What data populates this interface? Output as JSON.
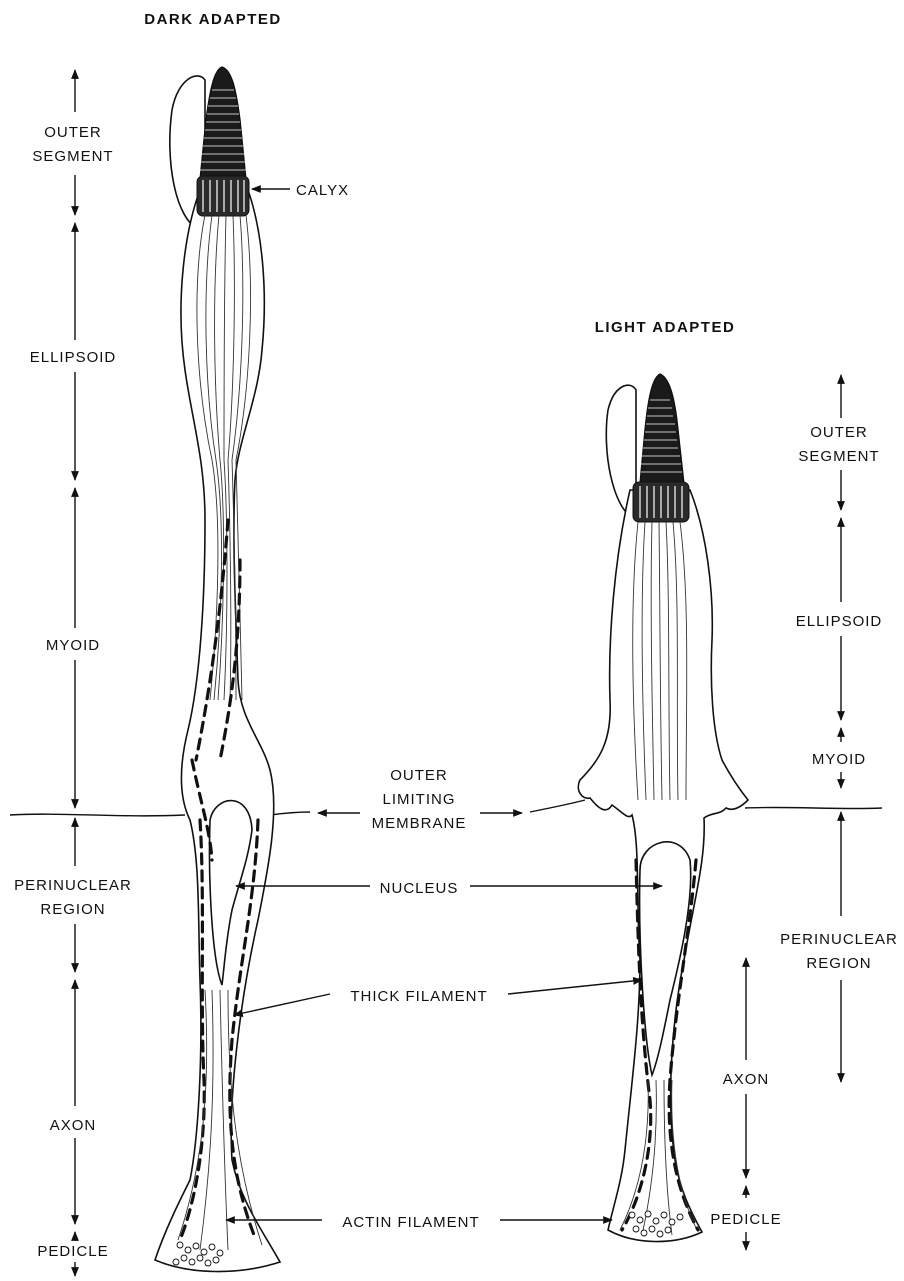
{
  "panels": {
    "dark": {
      "title": "DARK ADAPTED",
      "regions": {
        "outer_segment": [
          "OUTER",
          "SEGMENT"
        ],
        "ellipsoid": "ELLIPSOID",
        "myoid": "MYOID",
        "perinuclear": [
          "PERINUCLEAR",
          "REGION"
        ],
        "axon": "AXON",
        "pedicle": "PEDICLE"
      }
    },
    "light": {
      "title": "LIGHT ADAPTED",
      "regions": {
        "outer_segment": [
          "OUTER",
          "SEGMENT"
        ],
        "ellipsoid": "ELLIPSOID",
        "myoid": "MYOID",
        "perinuclear": [
          "PERINUCLEAR",
          "REGION"
        ],
        "axon": "AXON",
        "pedicle": "PEDICLE"
      }
    }
  },
  "callouts": {
    "calyx": "CALYX",
    "outer_limiting_membrane": [
      "OUTER",
      "LIMITING",
      "MEMBRANE"
    ],
    "nucleus": "NUCLEUS",
    "thick_filament": "THICK FILAMENT",
    "actin_filament": "ACTIN FILAMENT"
  }
}
